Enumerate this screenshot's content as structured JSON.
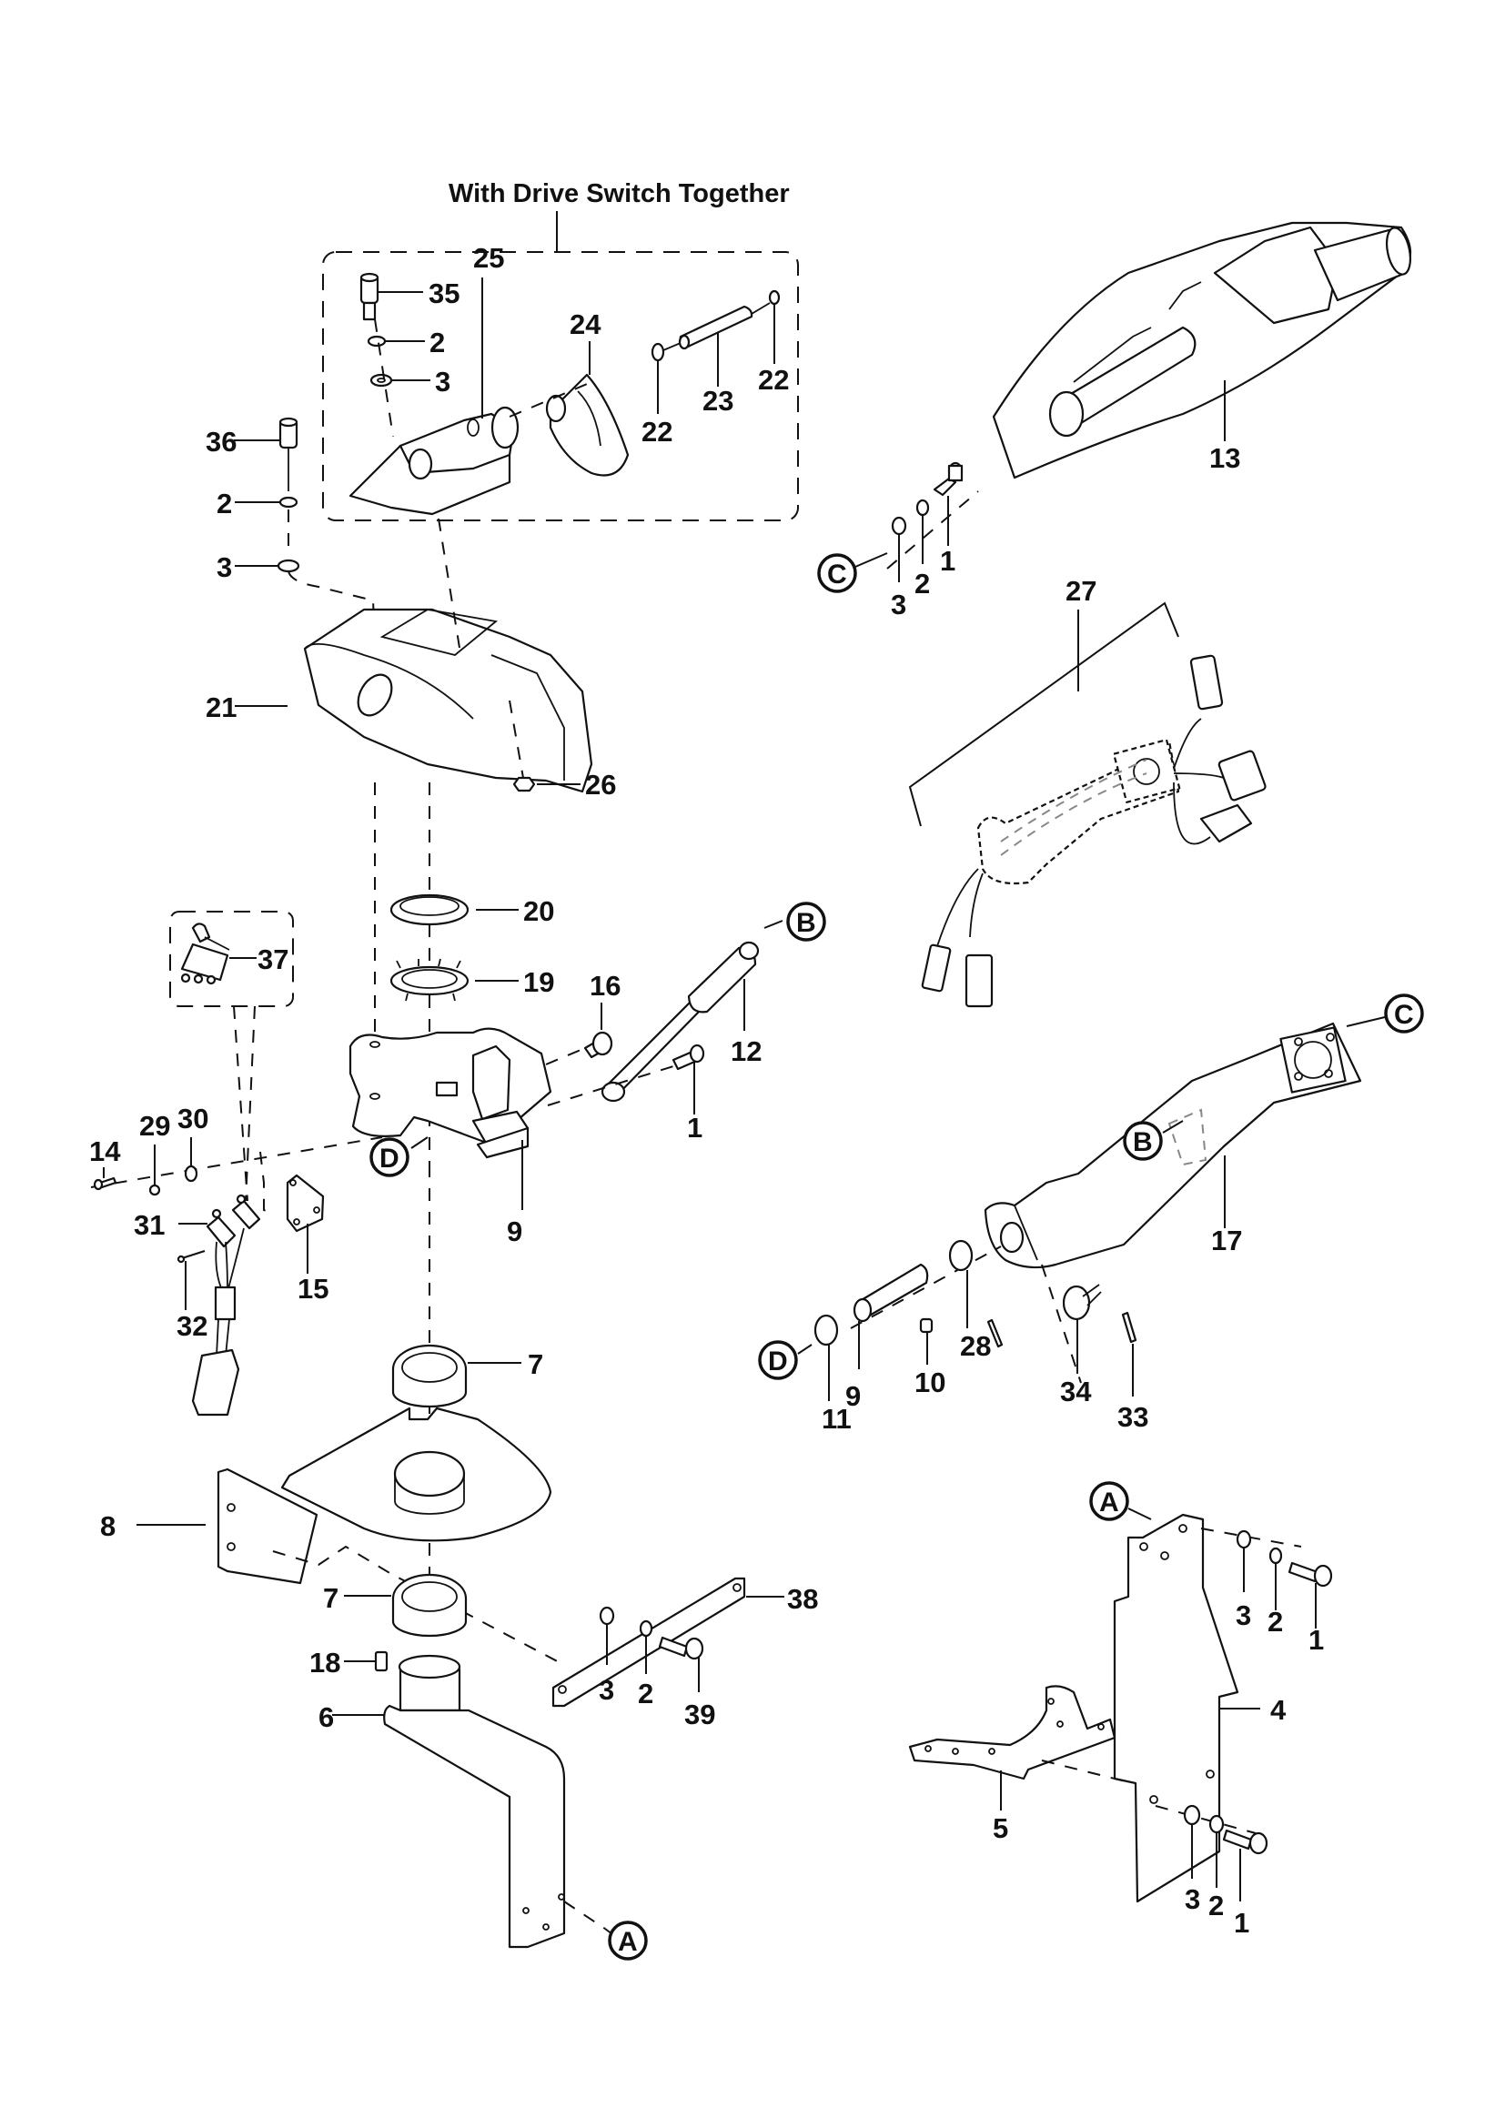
{
  "diagram": {
    "type": "exploded-parts-diagram",
    "group_title": "With Drive Switch Together",
    "callouts": [
      {
        "id": "c35",
        "label": "35"
      },
      {
        "id": "c2a",
        "label": "2"
      },
      {
        "id": "c3a",
        "label": "3"
      },
      {
        "id": "c25",
        "label": "25"
      },
      {
        "id": "c24",
        "label": "24"
      },
      {
        "id": "c22a",
        "label": "22"
      },
      {
        "id": "c23",
        "label": "23"
      },
      {
        "id": "c22b",
        "label": "22"
      },
      {
        "id": "c36",
        "label": "36"
      },
      {
        "id": "c2b",
        "label": "2"
      },
      {
        "id": "c3b",
        "label": "3"
      },
      {
        "id": "c21",
        "label": "21"
      },
      {
        "id": "c26",
        "label": "26"
      },
      {
        "id": "c13",
        "label": "13"
      },
      {
        "id": "c3c",
        "label": "3"
      },
      {
        "id": "c2c",
        "label": "2"
      },
      {
        "id": "c1a",
        "label": "1"
      },
      {
        "id": "c27",
        "label": "27"
      },
      {
        "id": "c20",
        "label": "20"
      },
      {
        "id": "c19",
        "label": "19"
      },
      {
        "id": "c37",
        "label": "37"
      },
      {
        "id": "c16",
        "label": "16"
      },
      {
        "id": "c12",
        "label": "12"
      },
      {
        "id": "c1b",
        "label": "1"
      },
      {
        "id": "c14",
        "label": "14"
      },
      {
        "id": "c29",
        "label": "29"
      },
      {
        "id": "c30",
        "label": "30"
      },
      {
        "id": "c31",
        "label": "31"
      },
      {
        "id": "c32",
        "label": "32"
      },
      {
        "id": "c15",
        "label": "15"
      },
      {
        "id": "c17",
        "label": "17"
      },
      {
        "id": "c11",
        "label": "11"
      },
      {
        "id": "c9a",
        "label": "9"
      },
      {
        "id": "c10",
        "label": "10"
      },
      {
        "id": "c28",
        "label": "28"
      },
      {
        "id": "c9b",
        "label": "9"
      },
      {
        "id": "c34",
        "label": "34"
      },
      {
        "id": "c33",
        "label": "33"
      },
      {
        "id": "c7a",
        "label": "7"
      },
      {
        "id": "c8",
        "label": "8"
      },
      {
        "id": "c38",
        "label": "38"
      },
      {
        "id": "c7b",
        "label": "7"
      },
      {
        "id": "c18",
        "label": "18"
      },
      {
        "id": "c6",
        "label": "6"
      },
      {
        "id": "c3d",
        "label": "3"
      },
      {
        "id": "c2d",
        "label": "2"
      },
      {
        "id": "c39",
        "label": "39"
      },
      {
        "id": "c3e",
        "label": "3"
      },
      {
        "id": "c2e",
        "label": "2"
      },
      {
        "id": "c1c",
        "label": "1"
      },
      {
        "id": "c4",
        "label": "4"
      },
      {
        "id": "c5",
        "label": "5"
      },
      {
        "id": "c3f",
        "label": "3"
      },
      {
        "id": "c2f",
        "label": "2"
      },
      {
        "id": "c1d",
        "label": "1"
      }
    ],
    "references": [
      {
        "id": "refB1",
        "letter": "B"
      },
      {
        "id": "refC1",
        "letter": "C"
      },
      {
        "id": "refD1",
        "letter": "D"
      },
      {
        "id": "refC2",
        "letter": "C"
      },
      {
        "id": "refB2",
        "letter": "B"
      },
      {
        "id": "refD2",
        "letter": "D"
      },
      {
        "id": "refA1",
        "letter": "A"
      },
      {
        "id": "refA2",
        "letter": "A"
      }
    ]
  }
}
